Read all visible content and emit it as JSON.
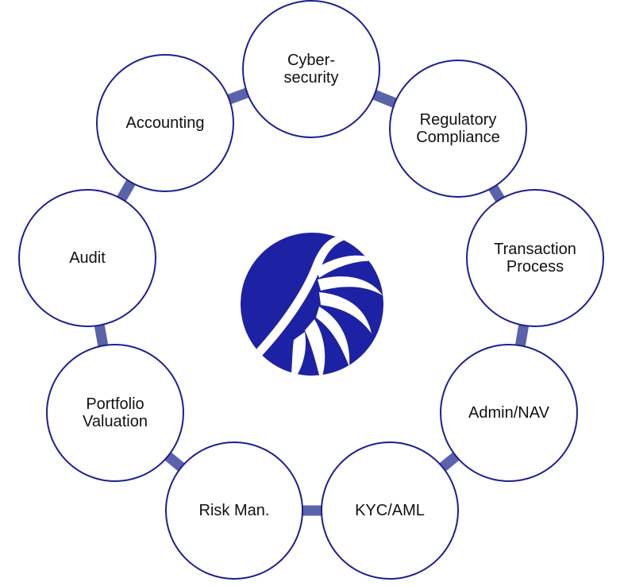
{
  "diagram": {
    "colors": {
      "node_border": "#1c1f8f",
      "connector": "#5a62aa",
      "logo_fill": "#1c22a3",
      "node_fill": "#ffffff"
    },
    "center": {
      "icon": "swirl-logo-icon"
    },
    "nodes": [
      {
        "id": "cybersecurity",
        "lines": [
          "Cyber-",
          "security"
        ]
      },
      {
        "id": "regulatory-compliance",
        "lines": [
          "Regulatory",
          "Compliance"
        ]
      },
      {
        "id": "transaction-process",
        "lines": [
          "Transaction",
          "Process"
        ]
      },
      {
        "id": "admin-nav",
        "lines": [
          "Admin/NAV"
        ]
      },
      {
        "id": "kyc-aml",
        "lines": [
          "KYC/AML"
        ]
      },
      {
        "id": "risk-man",
        "lines": [
          "Risk Man."
        ]
      },
      {
        "id": "portfolio-valuation",
        "lines": [
          "Portfolio",
          "Valuation"
        ]
      },
      {
        "id": "audit",
        "lines": [
          "Audit"
        ]
      },
      {
        "id": "accounting",
        "lines": [
          "Accounting"
        ]
      }
    ]
  }
}
